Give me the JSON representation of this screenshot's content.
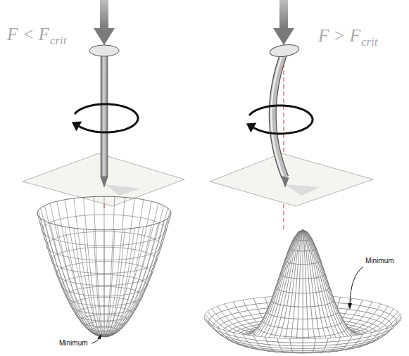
{
  "diagram": {
    "labels": [
      "F < F",
      "crit",
      "F > F",
      "crit",
      "Minimum",
      "Minimum"
    ]
  }
}
